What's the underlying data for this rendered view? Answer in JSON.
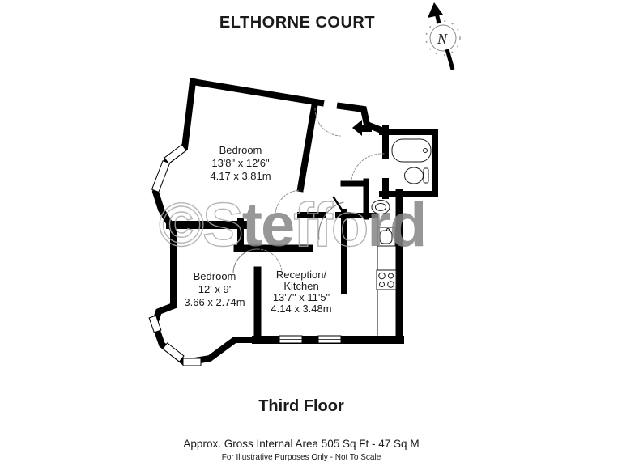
{
  "header": {
    "title": "ELTHORNE COURT"
  },
  "compass": {
    "label": "N"
  },
  "watermark": {
    "part1": "©S",
    "part2": "te",
    "part3": "ffo",
    "part4": "rd"
  },
  "rooms": {
    "bedroom1": {
      "name": "Bedroom",
      "imperial": "13'8\" x 12'6\"",
      "metric": "4.17 x 3.81m"
    },
    "bedroom2": {
      "name": "Bedroom",
      "imperial": "12' x 9'",
      "metric": "3.66 x 2.74m"
    },
    "reception": {
      "name1": "Reception/",
      "name2": "Kitchen",
      "imperial": "13'7\" x 11'5\"",
      "metric": "4.14 x 3.48m"
    }
  },
  "footer": {
    "floor": "Third Floor",
    "area": "Approx. Gross Internal Area 505 Sq Ft - 47 Sq M",
    "disclaimer": "For Illustrative Purposes Only - Not To Scale"
  },
  "colors": {
    "wall": "#000000",
    "background": "#ffffff",
    "watermark_solid": "#868686",
    "watermark_outline": "#aaaaaa"
  }
}
